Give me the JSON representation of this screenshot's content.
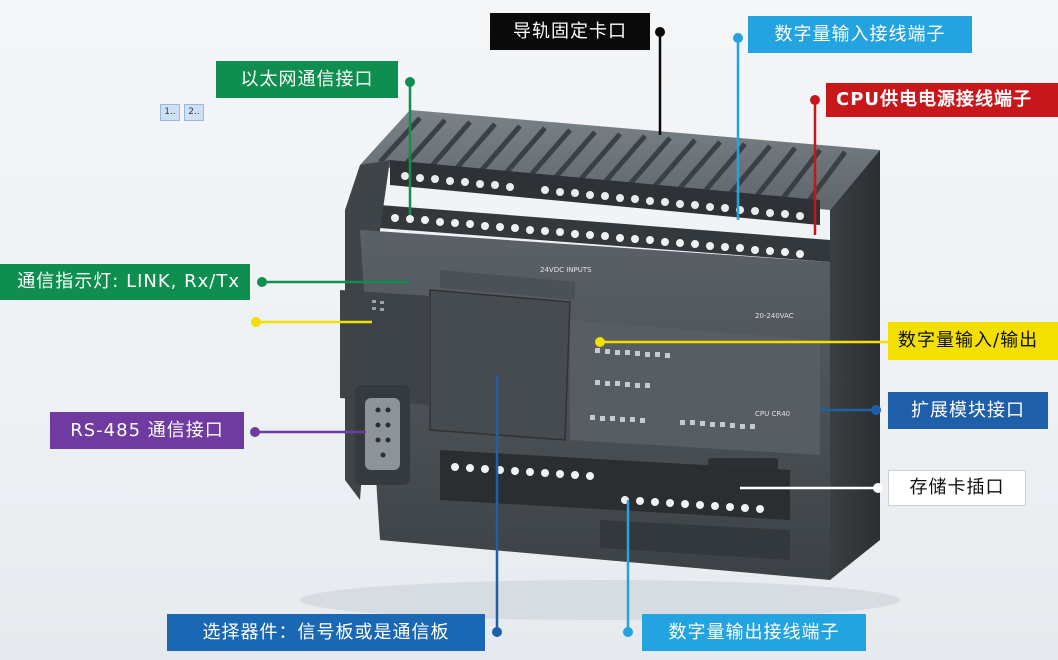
{
  "labels": {
    "din_rail_clip": "导轨固定卡口",
    "digital_input_terminal": "数字量输入接线端子",
    "cpu_power_terminal": "CPU供电电源接线端子",
    "ethernet_port": "以太网通信接口",
    "comm_indicator": "通信指示灯: LINK, Rx/Tx",
    "digital_io_status": "数字量输入/输出",
    "expansion_port": "扩展模块接口",
    "rs485_port": "RS-485 通信接口",
    "memory_card_slot": "存储卡插口",
    "signal_board": "选择器件：信号板或是通信板",
    "digital_output_terminal": "数字量输出接线端子"
  },
  "pager": [
    "1..",
    "2.."
  ],
  "device": {
    "model": "CPU CR40",
    "power_label": "20-240VAC",
    "input_label": "24VDC INPUTS"
  },
  "colors": {
    "black": "#0a0a0a",
    "blue": "#23a3df",
    "red": "#c8171b",
    "green": "#0e8f4f",
    "yellow": "#f3df00",
    "purple": "#6f3ba0",
    "navy": "#1f5ea8"
  }
}
